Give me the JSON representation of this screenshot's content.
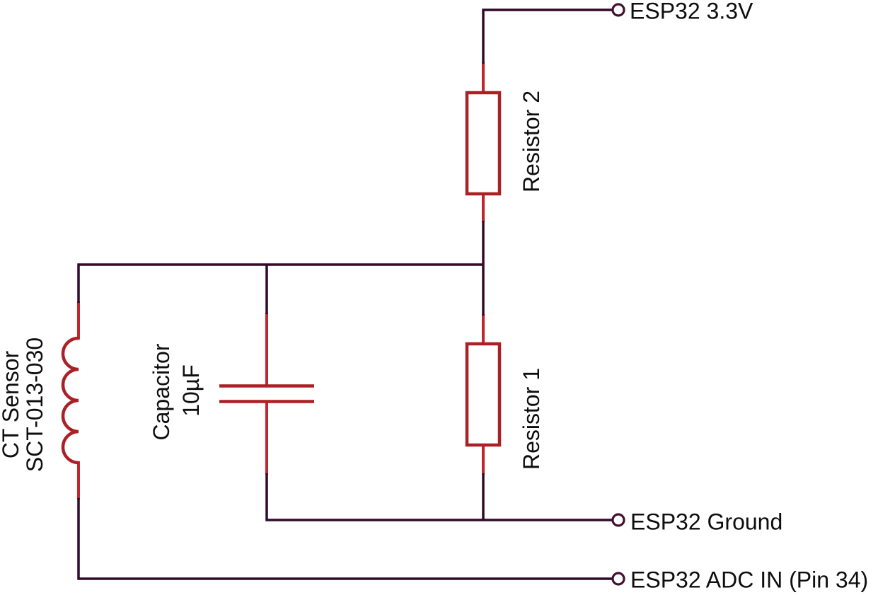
{
  "diagram": {
    "type": "circuit-schematic",
    "components": {
      "ct_sensor": {
        "symbol": "inductor-coil",
        "label_line1": "CT Sensor",
        "label_line2": "SCT-013-030"
      },
      "capacitor": {
        "symbol": "capacitor-plates",
        "label_line1": "Capacitor",
        "label_line2": "10µF"
      },
      "resistor1": {
        "symbol": "resistor-box",
        "label": "Resistor 1"
      },
      "resistor2": {
        "symbol": "resistor-box",
        "label": "Resistor 2"
      }
    },
    "terminals": {
      "vcc": {
        "label": "ESP32 3.3V"
      },
      "ground": {
        "label": "ESP32 Ground"
      },
      "adc": {
        "label": "ESP32 ADC IN (Pin 34)"
      }
    }
  },
  "colors": {
    "wire": "#31092b",
    "lead": "#c0272d",
    "component": "#ab2026",
    "terminal": "#44102f",
    "text": "#0e0e0e",
    "background": "#ffffff"
  }
}
